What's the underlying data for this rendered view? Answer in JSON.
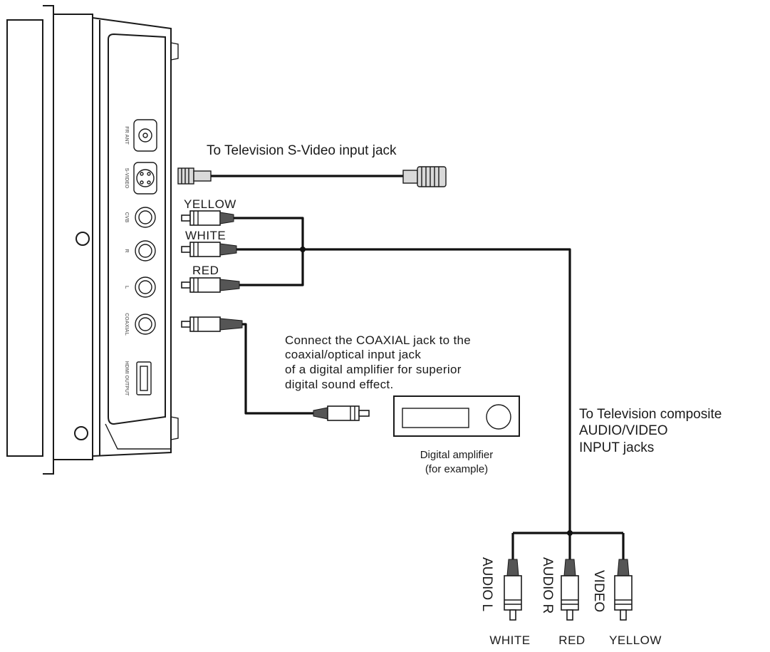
{
  "labels": {
    "svideo_to_tv": "To Television S-Video input jack",
    "cable_yellow": "YELLOW",
    "cable_white": "WHITE",
    "cable_red": "RED",
    "coaxial_note": [
      "Connect the COAXIAL jack to the",
      "coaxial/optical input jack",
      "of a digital amplifier for superior",
      "digital sound effect."
    ],
    "amplifier": [
      "Digital amplifier",
      "(for example)"
    ],
    "tv_composite": [
      "To Television composite",
      "AUDIO/VIDEO",
      "INPUT jacks"
    ],
    "plugs": [
      {
        "name": "AUDIO L",
        "color": "WHITE"
      },
      {
        "name": "AUDIO R",
        "color": "RED"
      },
      {
        "name": "VIDEO",
        "color": "YELLOW"
      }
    ]
  },
  "panel_jacks": [
    "FR ANT",
    "S-VIDEO",
    "CVB",
    "R",
    "L",
    "COAXIAL",
    "HDMI OUTPUT"
  ],
  "colors": {
    "line": "#1a1a1a",
    "background": "#ffffff"
  }
}
